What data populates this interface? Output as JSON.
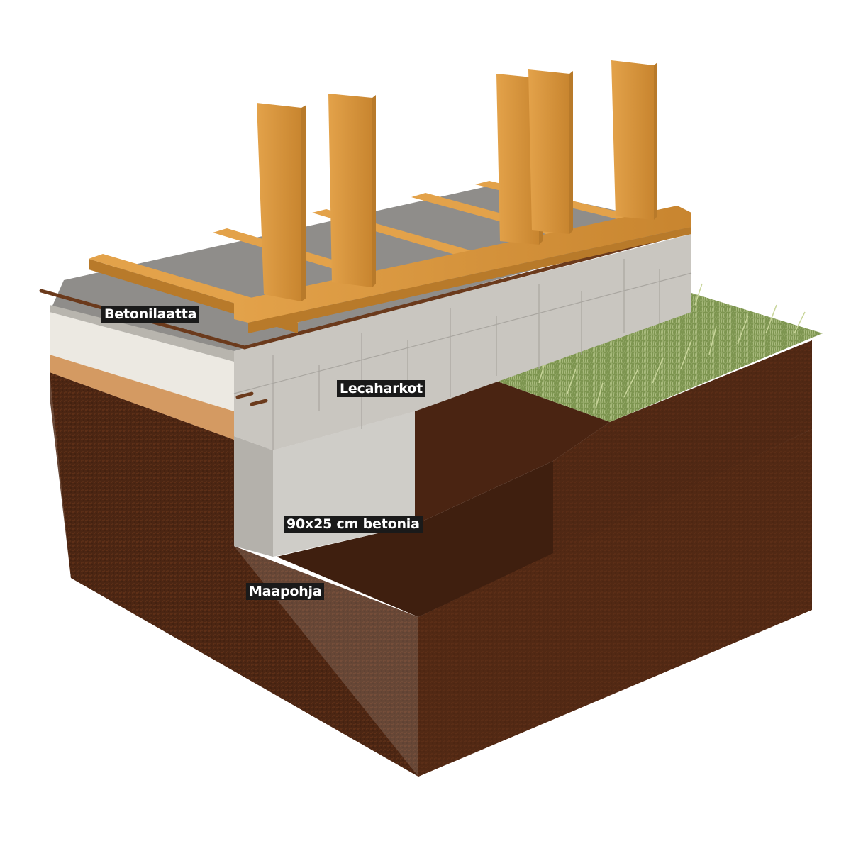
{
  "labels": {
    "slab": "Betonilaatta",
    "blocks": "Lecaharkot",
    "footing": "90x25 cm betonia",
    "ground": "Maapohja"
  },
  "colors": {
    "soil_front": "#4a2412",
    "soil_side": "#5a2c16",
    "soil_top": "#3f1f0f",
    "concrete_light": "#cdcbc6",
    "concrete_dark": "#b6b3ad",
    "block_face": "#c9c6c0",
    "insulation": "#ece9e2",
    "sand": "#d49a62",
    "timber": "#d8963e",
    "timber_shade": "#b87a2a",
    "rebar": "#6b3a1c",
    "grass": "#8aa25c",
    "label_bg": "#1a1a1a",
    "label_fg": "#ffffff"
  }
}
